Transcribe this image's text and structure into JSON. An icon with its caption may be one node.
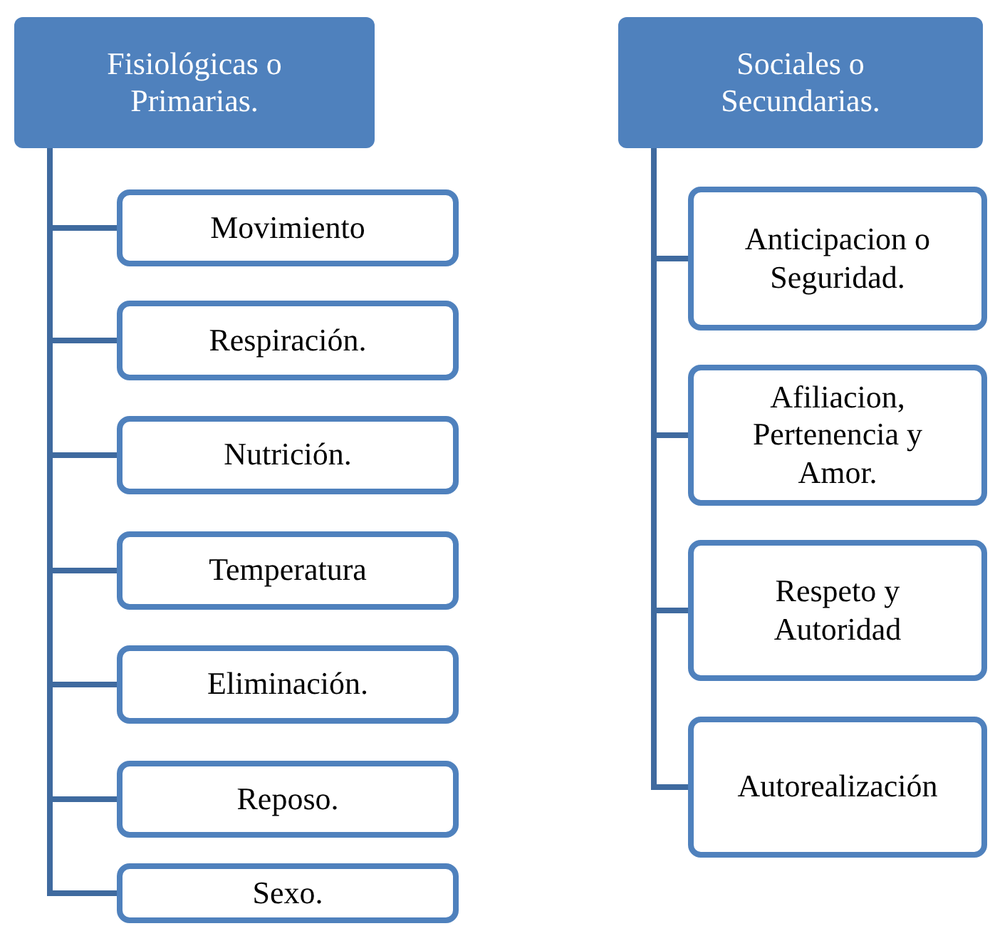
{
  "diagram": {
    "nodes": [
      {
        "text": [
          "Fisiológicas o Primarias."
        ]
      },
      {
        "text": [
          "Movimiento"
        ]
      },
      {
        "text": [
          "Respiración."
        ]
      },
      {
        "text": [
          "Nutrición."
        ]
      },
      {
        "text": [
          "Temperatura"
        ]
      },
      {
        "text": [
          "Eliminación."
        ]
      },
      {
        "text": [
          "Reposo."
        ]
      },
      {
        "text": [
          "Sexo."
        ]
      },
      {
        "text": [
          "Sociales o Secundarias."
        ]
      },
      {
        "text": [
          "Anticipacion o Seguridad."
        ]
      },
      {
        "text": [
          "Afiliacion, Pertenencia y Amor."
        ]
      },
      {
        "text": [
          "Respeto y Autoridad"
        ]
      },
      {
        "text": [
          "Autorealización"
        ]
      }
    ],
    "edges": [
      {
        "from": 0,
        "to": 1,
        "arrow": "none"
      },
      {
        "from": 0,
        "to": 2,
        "arrow": "none"
      },
      {
        "from": 0,
        "to": 3,
        "arrow": "none"
      },
      {
        "from": 0,
        "to": 4,
        "arrow": "none"
      },
      {
        "from": 0,
        "to": 5,
        "arrow": "none"
      },
      {
        "from": 0,
        "to": 6,
        "arrow": "none"
      },
      {
        "from": 0,
        "to": 7,
        "arrow": "none"
      },
      {
        "from": 8,
        "to": 9,
        "arrow": "none"
      },
      {
        "from": 8,
        "to": 10,
        "arrow": "none"
      },
      {
        "from": 8,
        "to": 11,
        "arrow": "none"
      },
      {
        "from": 8,
        "to": 12,
        "arrow": "none"
      }
    ]
  }
}
